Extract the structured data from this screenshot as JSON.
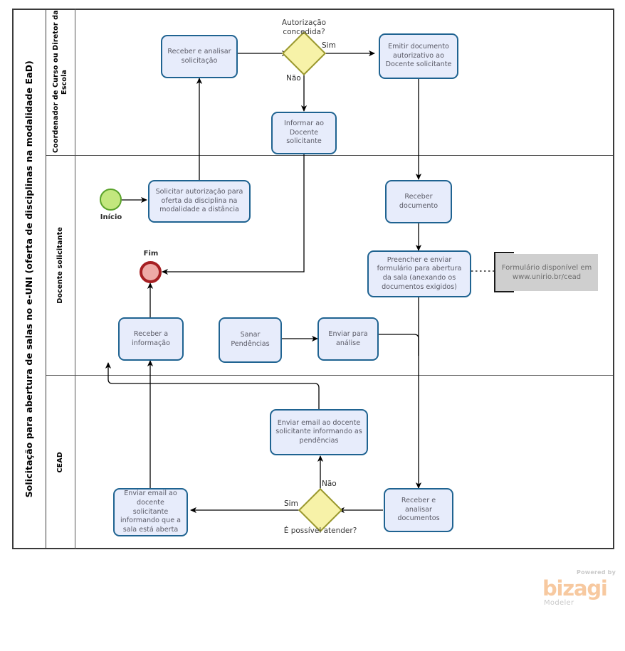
{
  "diagram": {
    "type": "bpmn-pool-lanes",
    "pool_title": "Solicitação para abertura de salas no e-UNI (oferta de disciplinas na modalidade EaD)",
    "lanes": [
      {
        "id": "lane-coordenador",
        "label": "Coordenador de Curso ou Diretor da Escola"
      },
      {
        "id": "lane-docente",
        "label": "Docente  solicitante"
      },
      {
        "id": "lane-cead",
        "label": "CEAD"
      }
    ],
    "events": [
      {
        "id": "start",
        "kind": "start-event",
        "label": "Início"
      },
      {
        "id": "end",
        "kind": "end-event",
        "label": "Fim"
      }
    ],
    "gateways": [
      {
        "id": "gw-autorizacao",
        "label": "Autorização\nconcedida?"
      },
      {
        "id": "gw-atender",
        "label": "É possível atender?"
      }
    ],
    "tasks": [
      {
        "id": "t-receber-analisar-solicitacao",
        "lane": "lane-coordenador",
        "label": "Receber  e analisar solicitação"
      },
      {
        "id": "t-emitir-documento",
        "lane": "lane-coordenador",
        "label": "Emitir documento autorizativo ao Docente solicitante"
      },
      {
        "id": "t-informar-docente",
        "lane": "lane-coordenador",
        "label": "Informar ao Docente solicitante"
      },
      {
        "id": "t-solicitar-autorizacao",
        "lane": "lane-docente",
        "label": "Solicitar autorização para oferta da disciplina na modalidade a distância"
      },
      {
        "id": "t-receber-documento",
        "lane": "lane-docente",
        "label": "Receber documento"
      },
      {
        "id": "t-preencher-enviar",
        "lane": "lane-docente",
        "label": "Preencher e enviar formulário para abertura da sala (anexando os documentos exigidos)"
      },
      {
        "id": "t-receber-informacao",
        "lane": "lane-docente",
        "label": "Receber a informação"
      },
      {
        "id": "t-sanar-pendencias",
        "lane": "lane-docente",
        "label": "Sanar Pendências"
      },
      {
        "id": "t-enviar-analise",
        "lane": "lane-docente",
        "label": "Enviar para análise"
      },
      {
        "id": "t-email-pendencias",
        "lane": "lane-cead",
        "label": "Enviar email ao docente solicitante informando as pendências"
      },
      {
        "id": "t-email-sala-aberta",
        "lane": "lane-cead",
        "label": "Enviar email ao docente solicitante informando que a sala está aberta"
      },
      {
        "id": "t-receber-analisar-documentos",
        "lane": "lane-cead",
        "label": "Receber e analisar documentos"
      }
    ],
    "annotations": [
      {
        "id": "a-formulario",
        "text": "Formulário disponível em www.unirio.br/cead"
      }
    ],
    "flow_labels": {
      "sim_autorizacao": "Sim",
      "nao_autorizacao": "Não",
      "sim_atender": "Sim",
      "nao_atender": "Não"
    },
    "colors": {
      "task_fill": "#e7ecfb",
      "task_border": "#1f6391",
      "task_text": "#5a5a66",
      "gateway_fill": "#f7f2a8",
      "gateway_border": "#9a982f",
      "start_fill": "#c3e77e",
      "start_border": "#5aa32a",
      "end_fill": "#eeaaa6",
      "end_border": "#a61f22",
      "annotation_fill": "#cfcfcf",
      "pool_border": "#3a3a3a",
      "connector": "#000000"
    }
  },
  "footer": {
    "powered_by": "Powered by",
    "brand": "bizagi",
    "product": "Modeler"
  }
}
